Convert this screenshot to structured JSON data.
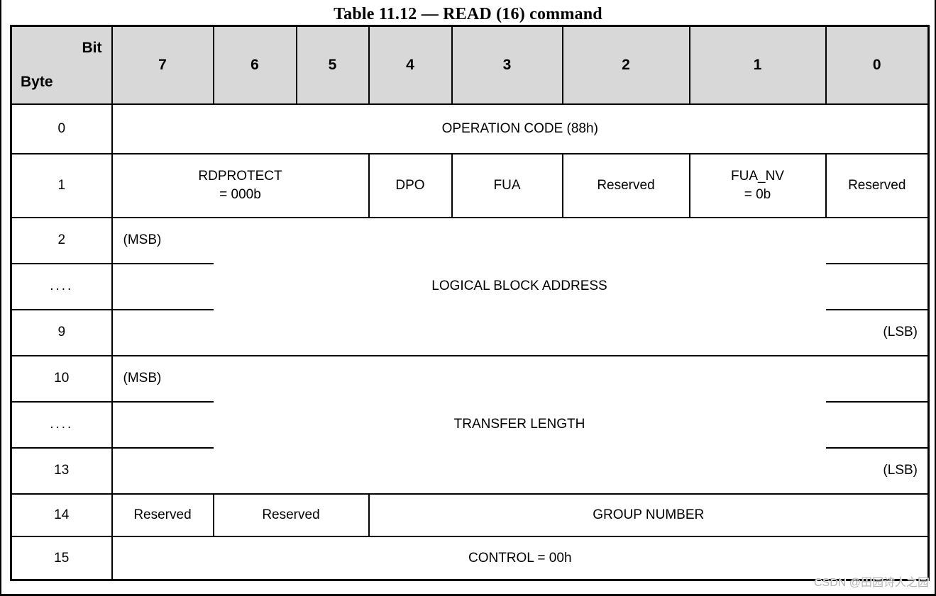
{
  "title": "Table 11.12 — READ (16) command",
  "watermark": "CSDN @田园诗人之园",
  "colors": {
    "header_bg": "#d8d8d8",
    "border": "#000000",
    "watermark": "#b6b6b6"
  },
  "header": {
    "bit": "Bit",
    "byte": "Byte",
    "bits": [
      "7",
      "6",
      "5",
      "4",
      "3",
      "2",
      "1",
      "0"
    ]
  },
  "rows": {
    "op": {
      "byte": "0",
      "label": "OPERATION CODE (88h)"
    },
    "flags": {
      "byte": "1",
      "rdprotect": [
        "RDPROTECT",
        "= 000b"
      ],
      "dpo": "DPO",
      "fua": "FUA",
      "reserved2": "Reserved",
      "fua_nv": [
        "FUA_NV",
        "= 0b"
      ],
      "reserved0": "Reserved"
    },
    "lba": {
      "bytes": [
        "2",
        "....",
        "9"
      ],
      "msb": "(MSB)",
      "label": "LOGICAL BLOCK ADDRESS",
      "lsb": "(LSB)"
    },
    "transfer": {
      "bytes": [
        "10",
        "....",
        "13"
      ],
      "msb": "(MSB)",
      "label": "TRANSFER LENGTH",
      "lsb": "(LSB)"
    },
    "group": {
      "byte": "14",
      "reserved7": "Reserved",
      "reserved65": "Reserved",
      "label": "GROUP NUMBER"
    },
    "control": {
      "byte": "15",
      "label": "CONTROL = 00h"
    }
  }
}
